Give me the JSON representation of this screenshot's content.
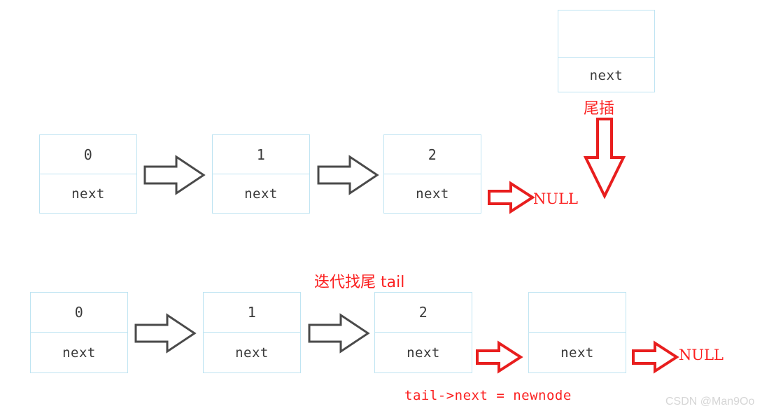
{
  "diagram": {
    "title": "singly-linked-list tail insertion",
    "colors": {
      "node_border": "#bfe4f2",
      "node_text": "#3a3a3a",
      "red": "#fb2020",
      "black_arrow": "#4a4a4a",
      "watermark": "#d6d6d6"
    },
    "row1": {
      "nodes": [
        {
          "value": "0",
          "pointer": "next"
        },
        {
          "value": "1",
          "pointer": "next"
        },
        {
          "value": "2",
          "pointer": "next"
        }
      ],
      "terminator": "NULL"
    },
    "new_node": {
      "value": "",
      "pointer": "next",
      "caption": "尾插"
    },
    "row2": {
      "caption": "迭代找尾 tail",
      "nodes": [
        {
          "value": "0",
          "pointer": "next"
        },
        {
          "value": "1",
          "pointer": "next"
        },
        {
          "value": "2",
          "pointer": "next"
        },
        {
          "value": "",
          "pointer": "next"
        }
      ],
      "terminator": "NULL",
      "code": "tail->next = newnode"
    },
    "watermark": "CSDN @Man9Oo"
  }
}
